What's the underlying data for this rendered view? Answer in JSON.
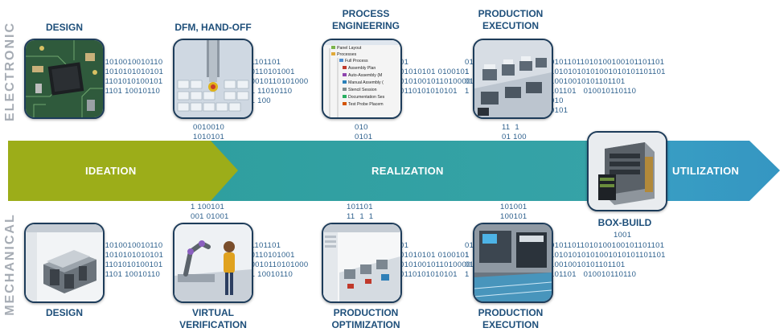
{
  "side_labels": {
    "top": "ELECTRONIC",
    "bottom": "MECHANICAL"
  },
  "phases": {
    "ideation": "IDEATION",
    "realization": "REALIZATION",
    "utilization": "UTILIZATION"
  },
  "electronic": {
    "design": {
      "line1": "DESIGN"
    },
    "dfm": {
      "line1": "DFM, HAND-OFF"
    },
    "process_engineering": {
      "line1": "PROCESS",
      "line2": "ENGINEERING"
    },
    "production_execution": {
      "line1": "PRODUCTION",
      "line2": "EXECUTION"
    }
  },
  "mechanical": {
    "design": {
      "line1": "DESIGN"
    },
    "virtual_verification": {
      "line1": "VIRTUAL",
      "line2": "VERIFICATION"
    },
    "production_optimization": {
      "line1": "PRODUCTION",
      "line2": "OPTIMIZATION"
    },
    "production_execution": {
      "line1": "PRODUCTION",
      "line2": "EXECUTION"
    }
  },
  "box_build": {
    "label": "BOX-BUILD",
    "code": "1001"
  },
  "tree_items": [
    "Panel Layout",
    "Processes",
    "Full Process",
    "Assembly Plan",
    "Auto-Assembly (M",
    "Manual Assembly (",
    "Stencil Session",
    "Documentation Ses",
    "Test Probe Placem"
  ],
  "binary": {
    "e1": "01010010010110\n01010101010101\n01101010100101\n01101 10010110",
    "e2": "01101101\n10110101001\n10010110101000\n01 11010110\n01 100",
    "e3": "01\n01010101 0100101\n0101001011010000\n0110101010101",
    "e4": "01\n1\n0101\n1",
    "e5": "01011011010100100101101101\n10101010101001010101101101\n10010010101101101\n101101   010010110110\n010\n0101",
    "c1": "0010010\n1010101",
    "c2": "010\n0101",
    "c3": "11  1\n01 100",
    "c4": "1 100101\n001 01001",
    "c5": "101101\n11  1  1",
    "c6": "101001\n100101",
    "m1": "01010010010110\n01010101010101\n01101010100101\n01101 10010110",
    "m2": "01101101\n10110101001\n10010110101000\n01 10010110",
    "m3": "01\n01010101 0100101\n0101001011010000\n0110101010101",
    "m4": "01\n1\n0101\n1",
    "m5": "01011011010100100101101101\n10101010101001010101101101\n10010010101101101\n101101   010010110110"
  }
}
